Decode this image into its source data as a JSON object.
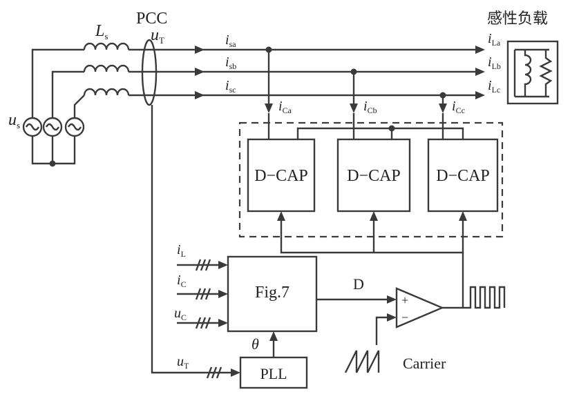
{
  "labels": {
    "pcc": "PCC",
    "ls": "L",
    "ls_sub": "s",
    "ut_top": "u",
    "ut_top_sub": "T",
    "us": "u",
    "us_sub": "s",
    "isa": "i",
    "isa_sub": "sa",
    "isb": "i",
    "isb_sub": "sb",
    "isc": "i",
    "isc_sub": "sc",
    "ila": "i",
    "ila_sub": "La",
    "ilb": "i",
    "ilb_sub": "Lb",
    "ilc": "i",
    "ilc_sub": "Lc",
    "ica": "i",
    "ica_sub": "Ca",
    "icb": "i",
    "icb_sub": "Cb",
    "icc": "i",
    "icc_sub": "Cc",
    "load_title": "感性负载",
    "dcap": "D−CAP",
    "in_il": "i",
    "in_il_sub": "L",
    "in_ic": "i",
    "in_ic_sub": "C",
    "in_uc": "u",
    "in_uc_sub": "C",
    "ctrl_block": "Fig.7",
    "duty": "D",
    "plus": "+",
    "minus": "−",
    "theta": "θ",
    "pll": "PLL",
    "ut_pll": "u",
    "ut_pll_sub": "T",
    "carrier": "Carrier"
  },
  "colors": {
    "stroke": "#3a3a3a",
    "text": "#222222",
    "background": "#ffffff"
  },
  "icons": [
    "ac-source-icon",
    "inductor-icon",
    "arrow-icon",
    "junction-dot-icon",
    "triple-bus-icon",
    "sawtooth-icon",
    "pwm-pulse-icon",
    "comparator-icon",
    "resistor-icon"
  ]
}
